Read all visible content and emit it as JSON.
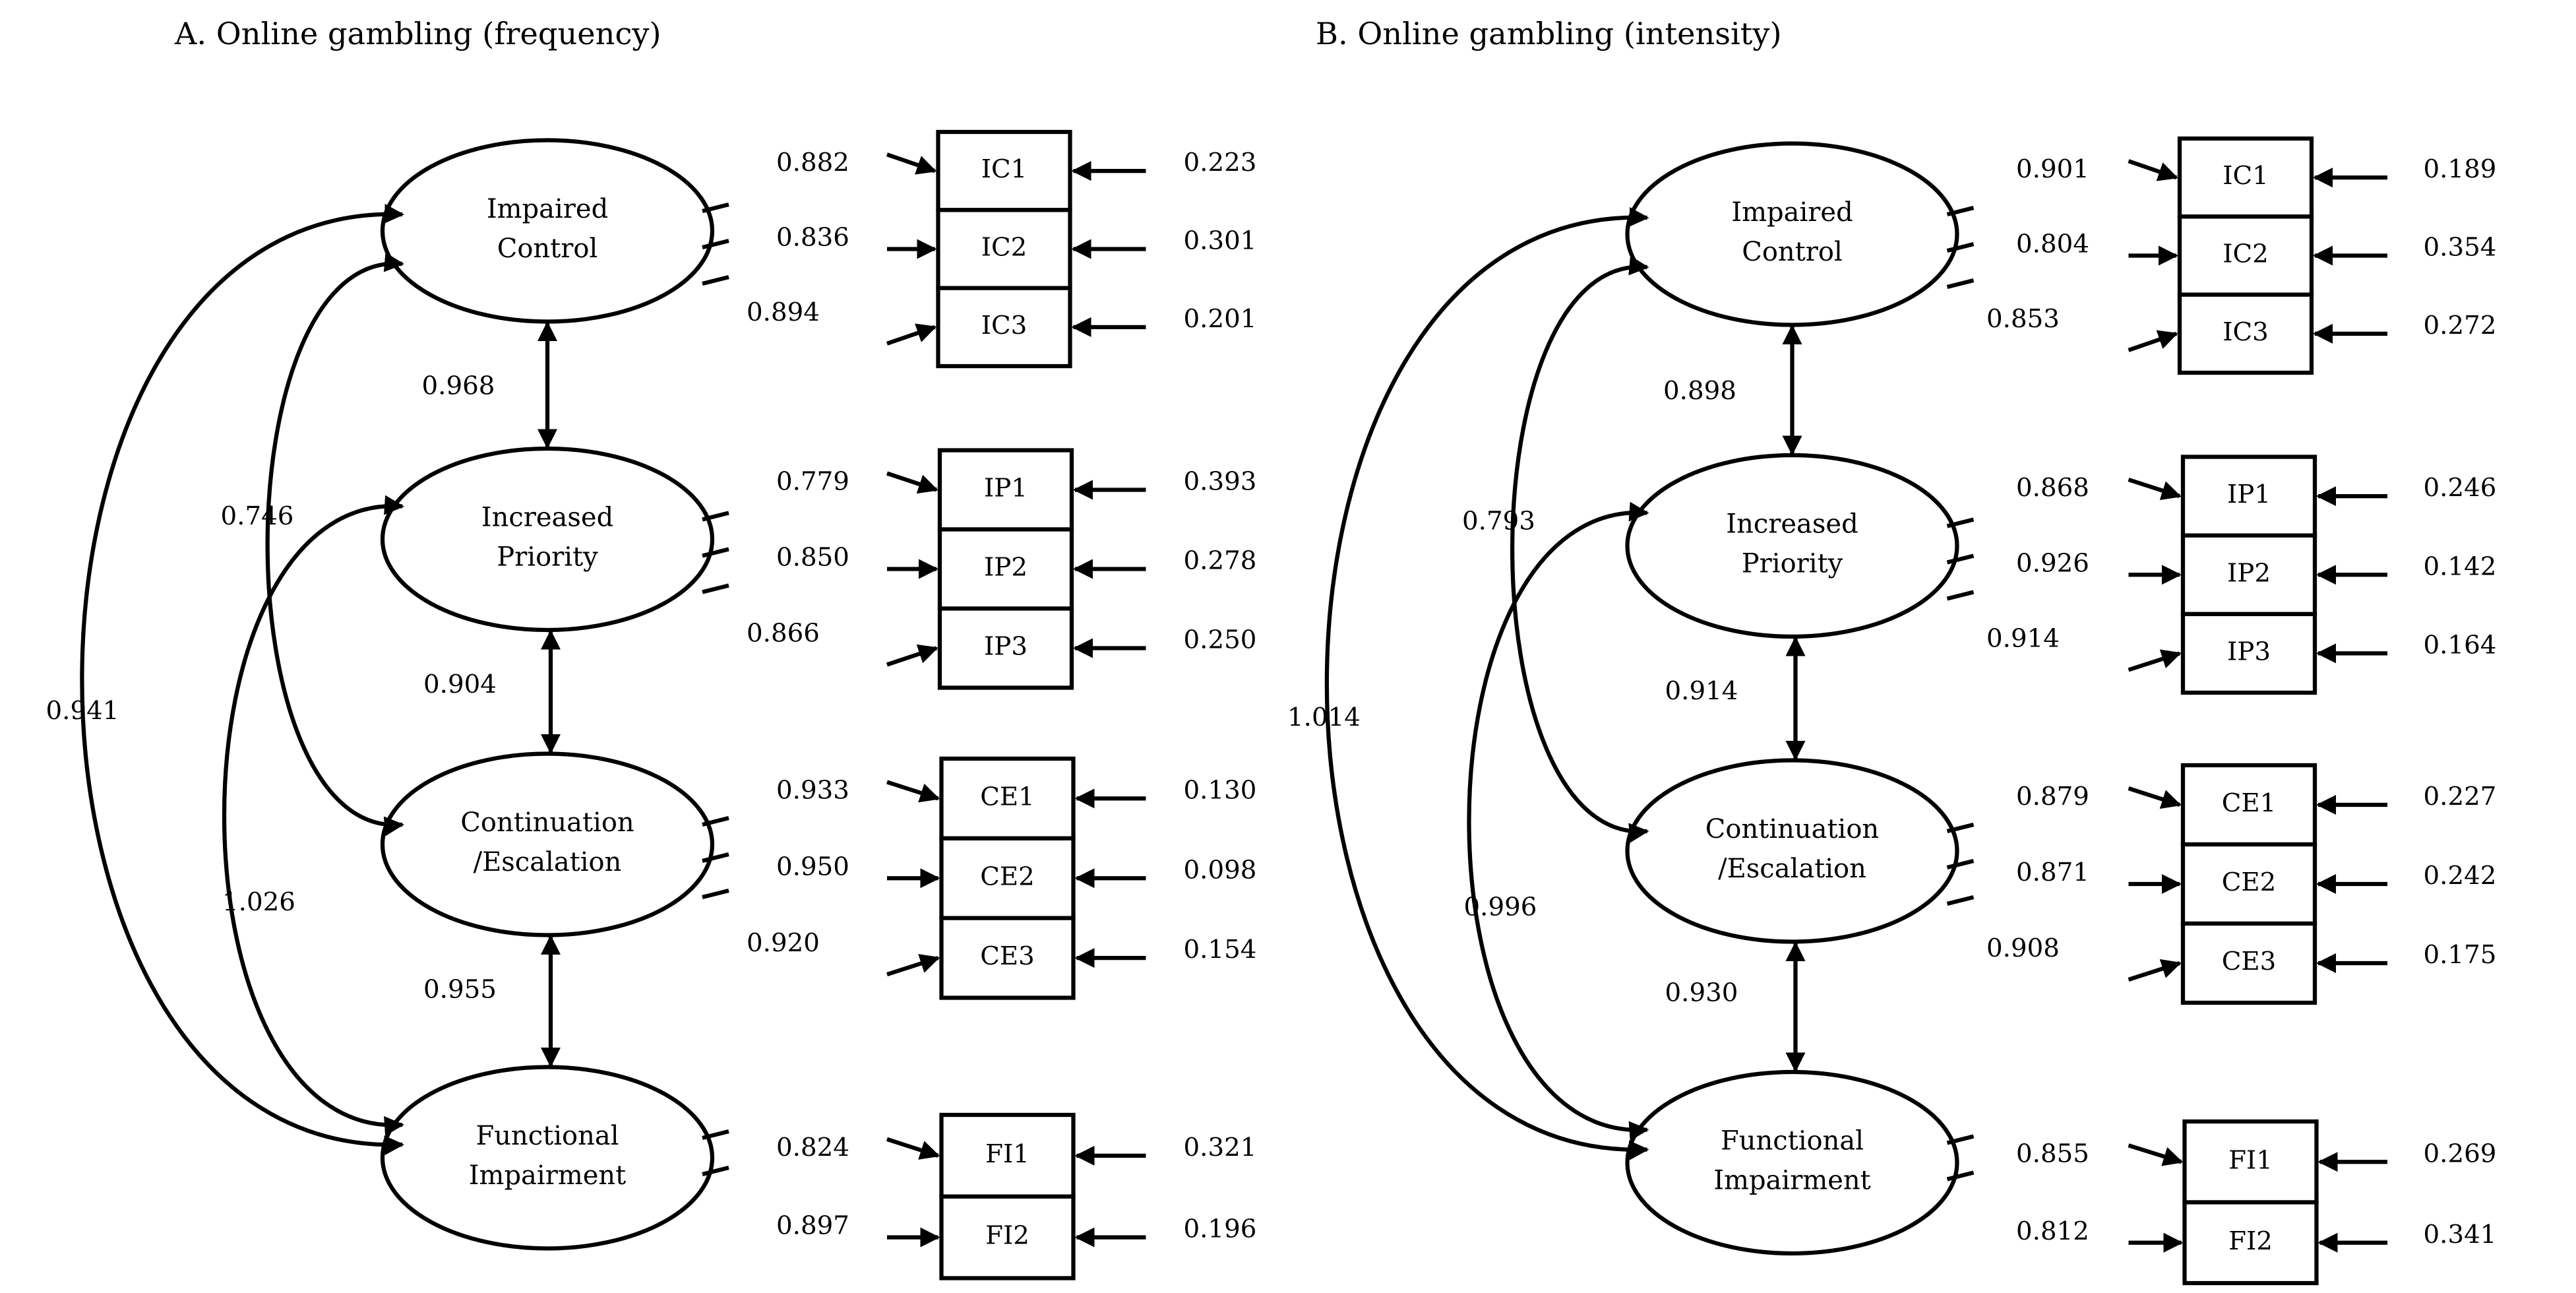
{
  "panels": [
    {
      "title": "A. Online gambling (frequency)",
      "factors": [
        {
          "id": "ic",
          "lines": [
            "Impaired",
            "Control"
          ],
          "indicators": [
            {
              "label": "IC1",
              "loading": "0.882",
              "error": "0.223"
            },
            {
              "label": "IC2",
              "loading": "0.836",
              "error": "0.301"
            },
            {
              "label": "IC3",
              "loading": "0.894",
              "error": "0.201"
            }
          ]
        },
        {
          "id": "ip",
          "lines": [
            "Increased",
            "Priority"
          ],
          "indicators": [
            {
              "label": "IP1",
              "loading": "0.779",
              "error": "0.393"
            },
            {
              "label": "IP2",
              "loading": "0.850",
              "error": "0.278"
            },
            {
              "label": "IP3",
              "loading": "0.866",
              "error": "0.250"
            }
          ]
        },
        {
          "id": "ce",
          "lines": [
            "Continuation",
            "/Escalation"
          ],
          "indicators": [
            {
              "label": "CE1",
              "loading": "0.933",
              "error": "0.130"
            },
            {
              "label": "CE2",
              "loading": "0.950",
              "error": "0.098"
            },
            {
              "label": "CE3",
              "loading": "0.920",
              "error": "0.154"
            }
          ]
        },
        {
          "id": "fi",
          "lines": [
            "Functional",
            "Impairment"
          ],
          "indicators": [
            {
              "label": "FI1",
              "loading": "0.824",
              "error": "0.321"
            },
            {
              "label": "FI2",
              "loading": "0.897",
              "error": "0.196"
            }
          ]
        }
      ],
      "correlations": {
        "ic_ip": "0.968",
        "ip_ce": "0.904",
        "ce_fi": "0.955",
        "ic_ce": "0.746",
        "ip_fi": "1.026",
        "ic_fi": "0.941"
      }
    },
    {
      "title": "B. Online gambling (intensity)",
      "factors": [
        {
          "id": "ic",
          "lines": [
            "Impaired",
            "Control"
          ],
          "indicators": [
            {
              "label": "IC1",
              "loading": "0.901",
              "error": "0.189"
            },
            {
              "label": "IC2",
              "loading": "0.804",
              "error": "0.354"
            },
            {
              "label": "IC3",
              "loading": "0.853",
              "error": "0.272"
            }
          ]
        },
        {
          "id": "ip",
          "lines": [
            "Increased",
            "Priority"
          ],
          "indicators": [
            {
              "label": "IP1",
              "loading": "0.868",
              "error": "0.246"
            },
            {
              "label": "IP2",
              "loading": "0.926",
              "error": "0.142"
            },
            {
              "label": "IP3",
              "loading": "0.914",
              "error": "0.164"
            }
          ]
        },
        {
          "id": "ce",
          "lines": [
            "Continuation",
            "/Escalation"
          ],
          "indicators": [
            {
              "label": "CE1",
              "loading": "0.879",
              "error": "0.227"
            },
            {
              "label": "CE2",
              "loading": "0.871",
              "error": "0.242"
            },
            {
              "label": "CE3",
              "loading": "0.908",
              "error": "0.175"
            }
          ]
        },
        {
          "id": "fi",
          "lines": [
            "Functional",
            "Impairment"
          ],
          "indicators": [
            {
              "label": "FI1",
              "loading": "0.855",
              "error": "0.269"
            },
            {
              "label": "FI2",
              "loading": "0.812",
              "error": "0.341"
            }
          ]
        }
      ],
      "correlations": {
        "ic_ip": "0.898",
        "ip_ce": "0.914",
        "ce_fi": "0.930",
        "ic_ce": "0.793",
        "ip_fi": "0.996",
        "ic_fi": "1.014"
      }
    }
  ]
}
